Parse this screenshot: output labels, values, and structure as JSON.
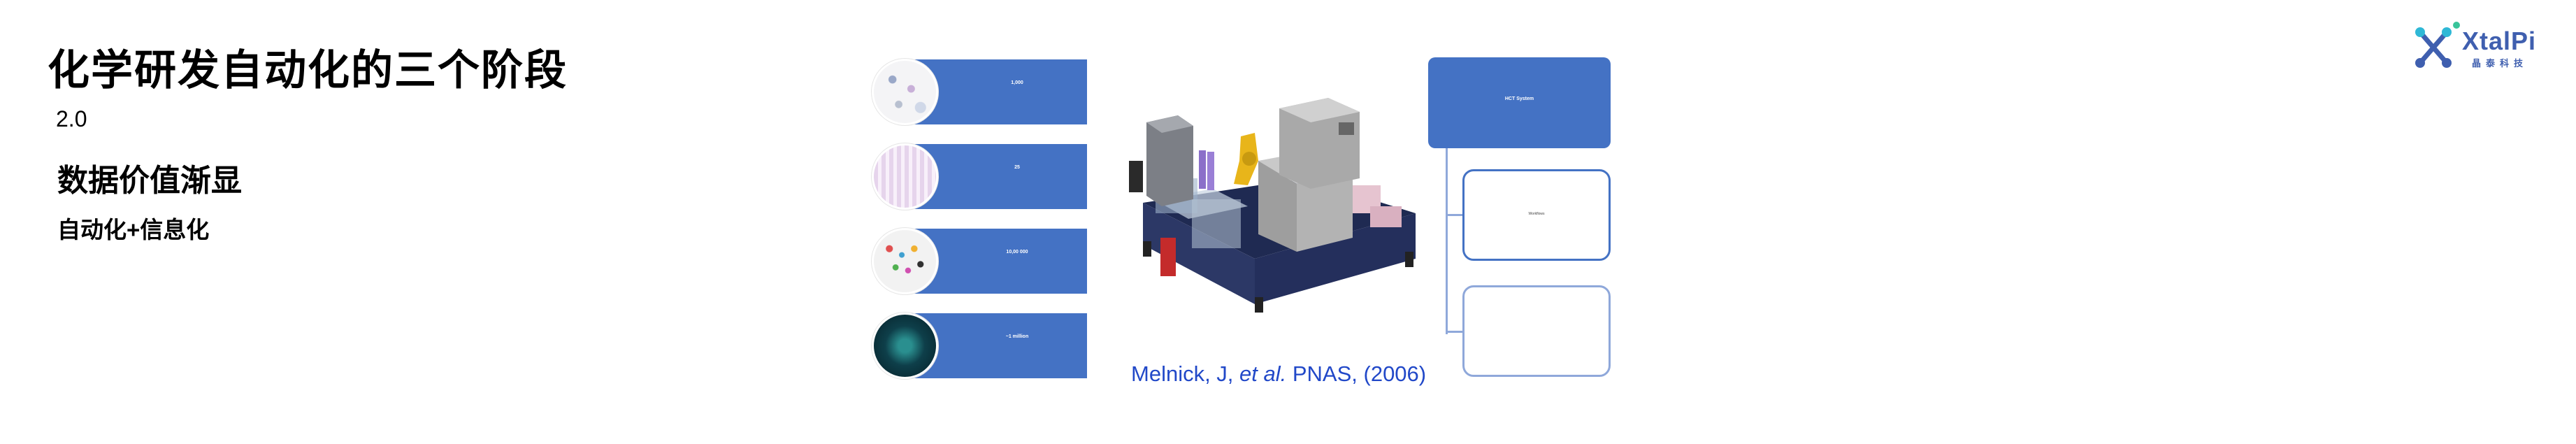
{
  "slide": {
    "title": "化学研发自动化的三个阶段",
    "version": "2.0",
    "subtitle": "数据价值渐显",
    "subtitle2": "自动化+信息化"
  },
  "banners": [
    {
      "title": "1,000",
      "sub": "",
      "icon": "sample-vials-photo"
    },
    {
      "title": "25",
      "sub": "",
      "icon": "pipette-tips-photo"
    },
    {
      "title": "10,00 000",
      "sub": "",
      "icon": "well-plate-photo"
    },
    {
      "title": "~1 million",
      "sub": "",
      "icon": "crystal-imaging-photo"
    }
  ],
  "caption": {
    "author": "Melnick, J, ",
    "etal": "et al.",
    "journal": " PNAS, (2006)"
  },
  "tree": {
    "top_title": "HCT System",
    "top_sub": "",
    "child1_text": "Workflows",
    "child2_text": ""
  },
  "logo": {
    "wordmark": "XtalPi",
    "subtext": "晶泰科技"
  },
  "colors": {
    "accent": "#4472C4",
    "caption": "#2148C8",
    "logo": "#3F5FAF"
  }
}
